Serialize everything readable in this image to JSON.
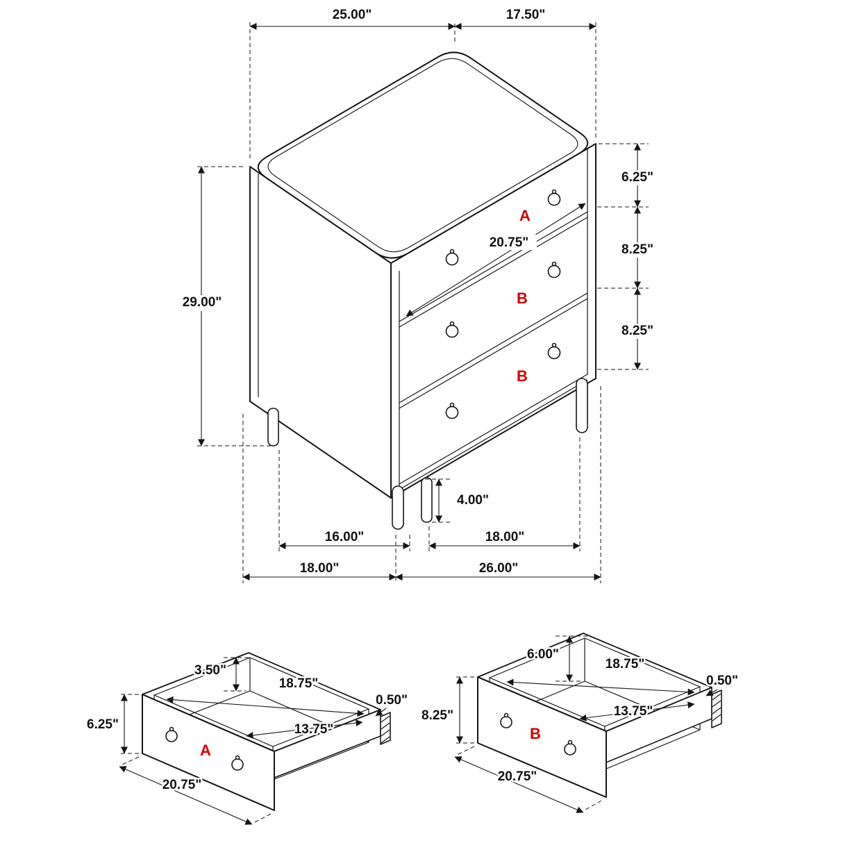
{
  "page": {
    "background": "#ffffff"
  },
  "colors": {
    "line": "#151515",
    "part_label": "#d40000"
  },
  "main_view": {
    "part_labels": {
      "top_drawer": "A",
      "middle_drawer": "B",
      "bottom_drawer": "B"
    },
    "dims": {
      "top_width": "25.00\"",
      "top_depth": "17.50\"",
      "overall_height": "29.00\"",
      "top_drawer_height": "6.25\"",
      "middle_drawer_height": "8.25\"",
      "bottom_drawer_height": "8.25\"",
      "drawer_front_width": "20.75\"",
      "leg_height": "4.00\"",
      "leg_spacing_side": "16.00\"",
      "leg_spacing_front": "18.00\"",
      "overall_depth": "18.00\"",
      "overall_width": "26.00\""
    }
  },
  "drawer_a_view": {
    "part_label": "A",
    "dims": {
      "inner_height": "3.50\"",
      "inner_width": "18.75\"",
      "wall_thickness": "0.50\"",
      "front_height": "6.25\"",
      "inner_depth": "13.75\"",
      "front_width": "20.75\""
    }
  },
  "drawer_b_view": {
    "part_label": "B",
    "dims": {
      "inner_height": "6.00\"",
      "inner_width": "18.75\"",
      "wall_thickness": "0.50\"",
      "front_height": "8.25\"",
      "inner_depth": "13.75\"",
      "front_width": "20.75\""
    }
  }
}
